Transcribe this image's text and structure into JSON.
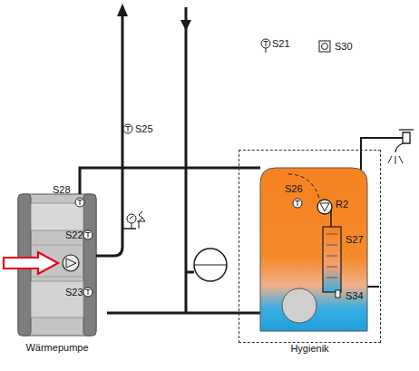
{
  "diagram": {
    "nodes": [
      {
        "text": [
          "Wärmepumpe"
        ]
      },
      {
        "text": [
          "Hygienik"
        ]
      }
    ],
    "edges": [
      {
        "from": 0,
        "to": 1,
        "arrow": "none"
      },
      {
        "from": 0,
        "to": 1,
        "arrow": "none"
      }
    ],
    "labels": [
      "S21",
      "S30",
      "S25",
      "S28",
      "S22",
      "S23",
      "S26",
      "R2",
      "S27",
      "S34"
    ]
  }
}
